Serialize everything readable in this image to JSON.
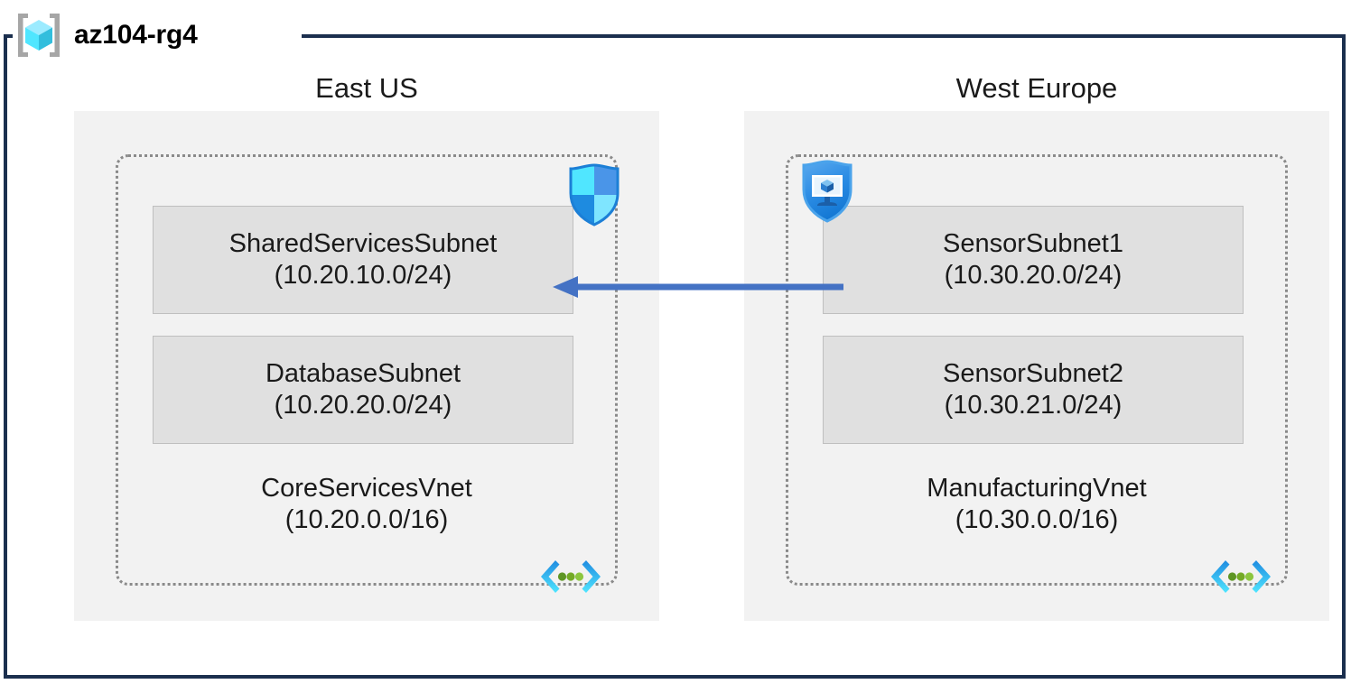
{
  "diagram": {
    "resource_group": {
      "name": "az104-rg4",
      "icon": "resource-group-cube-icon",
      "frame_color": "#1B2F4E"
    },
    "regions": [
      {
        "id": "east",
        "title": "East US",
        "vnet": {
          "name": "CoreServicesVnet",
          "cidr": "(10.20.0.0/16)",
          "icon": "virtual-network-icon",
          "subnets": [
            {
              "name": "SharedServicesSubnet",
              "cidr": "(10.20.10.0/24)",
              "badge_icon": "shield-icon"
            },
            {
              "name": "DatabaseSubnet",
              "cidr": "(10.20.20.0/24)",
              "badge_icon": ""
            }
          ]
        }
      },
      {
        "id": "west",
        "title": "West Europe",
        "vnet": {
          "name": "ManufacturingVnet",
          "cidr": "(10.30.0.0/16)",
          "icon": "virtual-network-icon",
          "subnets": [
            {
              "name": "SensorSubnet1",
              "cidr": "(10.30.20.0/24)",
              "badge_icon": "shield-monitor-icon"
            },
            {
              "name": "SensorSubnet2",
              "cidr": "(10.30.21.0/24)",
              "badge_icon": ""
            }
          ]
        }
      }
    ],
    "connection": {
      "label": "",
      "icon": "peering-arrow-left-icon",
      "direction": "right-to-left",
      "color": "#4472C4"
    },
    "colors": {
      "frame": "#1B2F4E",
      "region_fill": "#F2F2F2",
      "vnet_border": "#8A8A8A",
      "subnet_fill": "#E0E0E0",
      "subnet_border": "#BFBFBF",
      "arrow": "#4472C4",
      "cube_cyan": "#50E6FF",
      "shield_blue": "#0078D4"
    }
  }
}
